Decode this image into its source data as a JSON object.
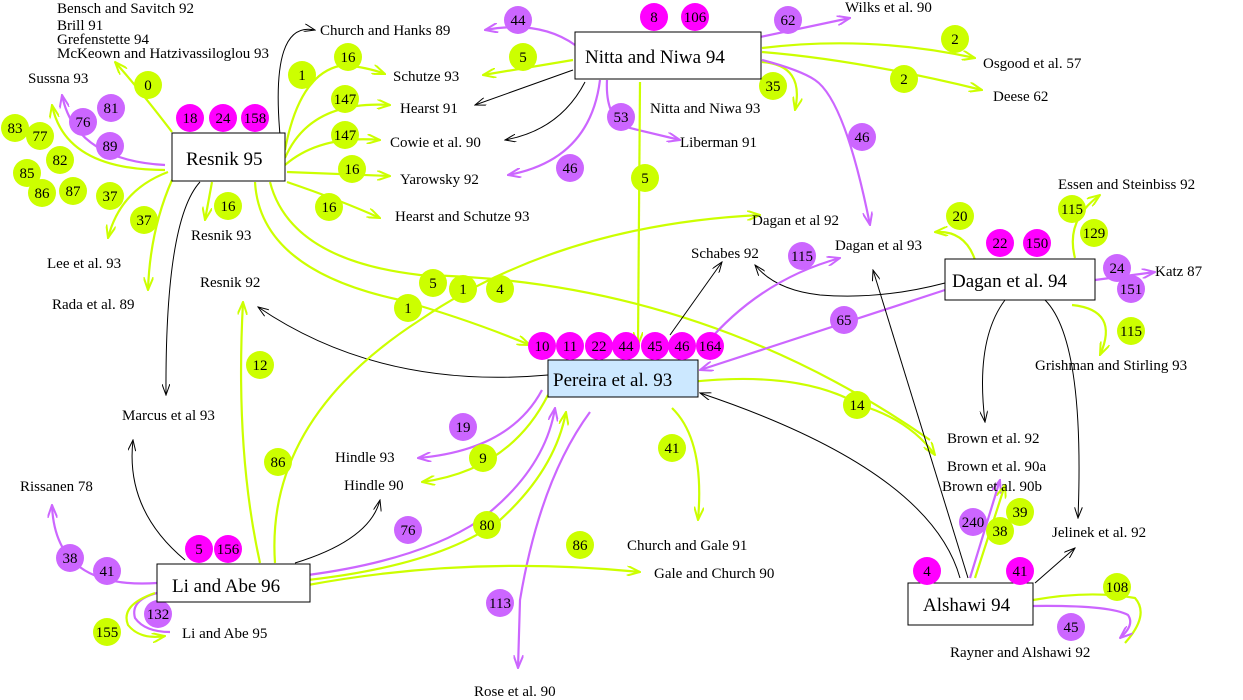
{
  "colors": {
    "green": "#ccff00",
    "purple": "#cc66ff",
    "magenta": "#ff00ff",
    "black": "#000000",
    "highlight_fill": "#cce8ff"
  },
  "nodes": [
    {
      "id": "resnik95",
      "label": "Resnik 95",
      "badges": [
        "18",
        "24",
        "158"
      ]
    },
    {
      "id": "nitta94",
      "label": "Nitta and Niwa 94",
      "badges": [
        "8",
        "106"
      ]
    },
    {
      "id": "dagan94",
      "label": "Dagan et al. 94",
      "badges": [
        "22",
        "150"
      ]
    },
    {
      "id": "pereira93",
      "label": "Pereira et al. 93",
      "badges": [
        "10",
        "11",
        "22",
        "44",
        "45",
        "46",
        "164"
      ],
      "highlighted": true
    },
    {
      "id": "liabe96",
      "label": "Li and Abe 96",
      "badges": [
        "5",
        "156"
      ]
    },
    {
      "id": "alshawi94",
      "label": "Alshawi 94",
      "badges": [
        "4",
        "41"
      ]
    }
  ],
  "references": [
    "Bensch and Savitch 92",
    "Brill 91",
    "Grefenstette 94",
    "McKeown and Hatzivassiloglou 93",
    "Sussna 93",
    "Church and Hanks 89",
    "Schutze 93",
    "Hearst 91",
    "Cowie et al. 90",
    "Yarowsky 92",
    "Hearst and Schutze 93",
    "Resnik 93",
    "Resnik 92",
    "Lee et al. 93",
    "Rada et al. 89",
    "Marcus et al 93",
    "Wilks et al. 90",
    "Osgood et al. 57",
    "Deese 62",
    "Nitta and Niwa 93",
    "Liberman 91",
    "Dagan et al 92",
    "Dagan et al 93",
    "Schabes 92",
    "Essen and Steinbiss 92",
    "Katz 87",
    "Grishman and Stirling 93",
    "Brown et al. 92",
    "Brown et al. 90a",
    "Brown et al. 90b",
    "Jelinek et al. 92",
    "Rayner and Alshawi 92",
    "Hindle 93",
    "Hindle 90",
    "Church and Gale 91",
    "Gale and Church 90",
    "Rose et al. 90",
    "Rissanen 78",
    "Li and Abe 95"
  ],
  "edge_badges": [
    {
      "v": "0",
      "c": "green"
    },
    {
      "v": "1",
      "c": "green"
    },
    {
      "v": "16",
      "c": "green"
    },
    {
      "v": "147",
      "c": "green"
    },
    {
      "v": "147",
      "c": "green"
    },
    {
      "v": "16",
      "c": "green"
    },
    {
      "v": "16",
      "c": "green"
    },
    {
      "v": "16",
      "c": "green"
    },
    {
      "v": "37",
      "c": "green"
    },
    {
      "v": "37",
      "c": "green"
    },
    {
      "v": "83",
      "c": "green"
    },
    {
      "v": "77",
      "c": "green"
    },
    {
      "v": "82",
      "c": "green"
    },
    {
      "v": "85",
      "c": "green"
    },
    {
      "v": "86",
      "c": "green"
    },
    {
      "v": "87",
      "c": "green"
    },
    {
      "v": "76",
      "c": "purple"
    },
    {
      "v": "81",
      "c": "purple"
    },
    {
      "v": "89",
      "c": "purple"
    },
    {
      "v": "44",
      "c": "purple"
    },
    {
      "v": "5",
      "c": "green"
    },
    {
      "v": "62",
      "c": "purple"
    },
    {
      "v": "2",
      "c": "green"
    },
    {
      "v": "2",
      "c": "green"
    },
    {
      "v": "35",
      "c": "green"
    },
    {
      "v": "53",
      "c": "purple"
    },
    {
      "v": "46",
      "c": "purple"
    },
    {
      "v": "46",
      "c": "purple"
    },
    {
      "v": "5",
      "c": "green"
    },
    {
      "v": "5",
      "c": "green"
    },
    {
      "v": "1",
      "c": "green"
    },
    {
      "v": "4",
      "c": "green"
    },
    {
      "v": "1",
      "c": "green"
    },
    {
      "v": "12",
      "c": "green"
    },
    {
      "v": "115",
      "c": "purple"
    },
    {
      "v": "65",
      "c": "purple"
    },
    {
      "v": "14",
      "c": "green"
    },
    {
      "v": "20",
      "c": "green"
    },
    {
      "v": "115",
      "c": "green"
    },
    {
      "v": "129",
      "c": "green"
    },
    {
      "v": "24",
      "c": "purple"
    },
    {
      "v": "151",
      "c": "purple"
    },
    {
      "v": "115",
      "c": "green"
    },
    {
      "v": "19",
      "c": "purple"
    },
    {
      "v": "9",
      "c": "green"
    },
    {
      "v": "41",
      "c": "green"
    },
    {
      "v": "86",
      "c": "green"
    },
    {
      "v": "76",
      "c": "purple"
    },
    {
      "v": "80",
      "c": "green"
    },
    {
      "v": "86",
      "c": "green"
    },
    {
      "v": "113",
      "c": "purple"
    },
    {
      "v": "38",
      "c": "purple"
    },
    {
      "v": "41",
      "c": "purple"
    },
    {
      "v": "132",
      "c": "purple"
    },
    {
      "v": "155",
      "c": "green"
    },
    {
      "v": "240",
      "c": "purple"
    },
    {
      "v": "38",
      "c": "green"
    },
    {
      "v": "39",
      "c": "green"
    },
    {
      "v": "108",
      "c": "green"
    },
    {
      "v": "45",
      "c": "purple"
    }
  ]
}
